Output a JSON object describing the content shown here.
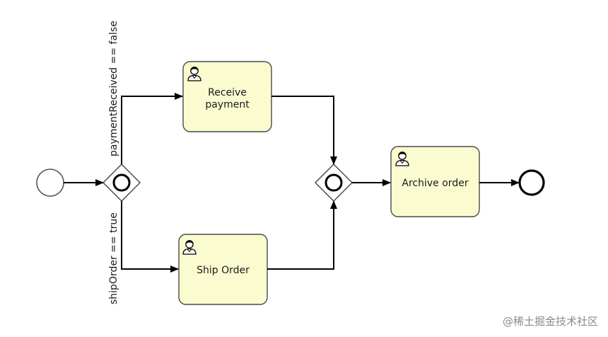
{
  "diagram": {
    "tasks": {
      "receive_payment": {
        "lines": [
          "Receive",
          "payment"
        ]
      },
      "ship_order": {
        "lines": [
          "Ship Order"
        ]
      },
      "archive_order": {
        "lines": [
          "Archive order"
        ]
      }
    },
    "flow_conditions": {
      "payment_branch": "paymentReceived == false",
      "ship_branch": "shipOrder == true"
    },
    "colors": {
      "task_fill": "#fbfbd0",
      "stroke": "#000000",
      "task_border": "#4a4a4a"
    },
    "icons": {
      "task_icon": "user-icon"
    }
  },
  "watermark": "@稀土掘金技术社区"
}
